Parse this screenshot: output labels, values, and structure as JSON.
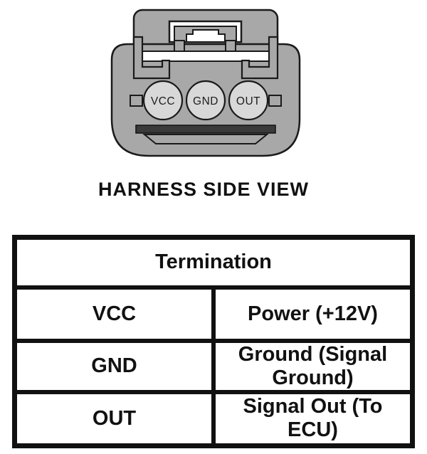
{
  "connector": {
    "caption": "HARNESS SIDE VIEW",
    "pins": [
      {
        "label": "VCC"
      },
      {
        "label": "GND"
      },
      {
        "label": "OUT"
      }
    ],
    "colors": {
      "housing": "#a8a8a8",
      "pin_circle": "#d8d8d8",
      "band": "#ffffff",
      "seal_bar": "#3a3a3a",
      "outline": "#1a1a1a"
    }
  },
  "table": {
    "header": "Termination",
    "rows": [
      {
        "pin": "VCC",
        "termination": "Power (+12V)"
      },
      {
        "pin": "GND",
        "termination": "Ground (Signal Ground)"
      },
      {
        "pin": "OUT",
        "termination": "Signal Out (To ECU)"
      }
    ]
  }
}
